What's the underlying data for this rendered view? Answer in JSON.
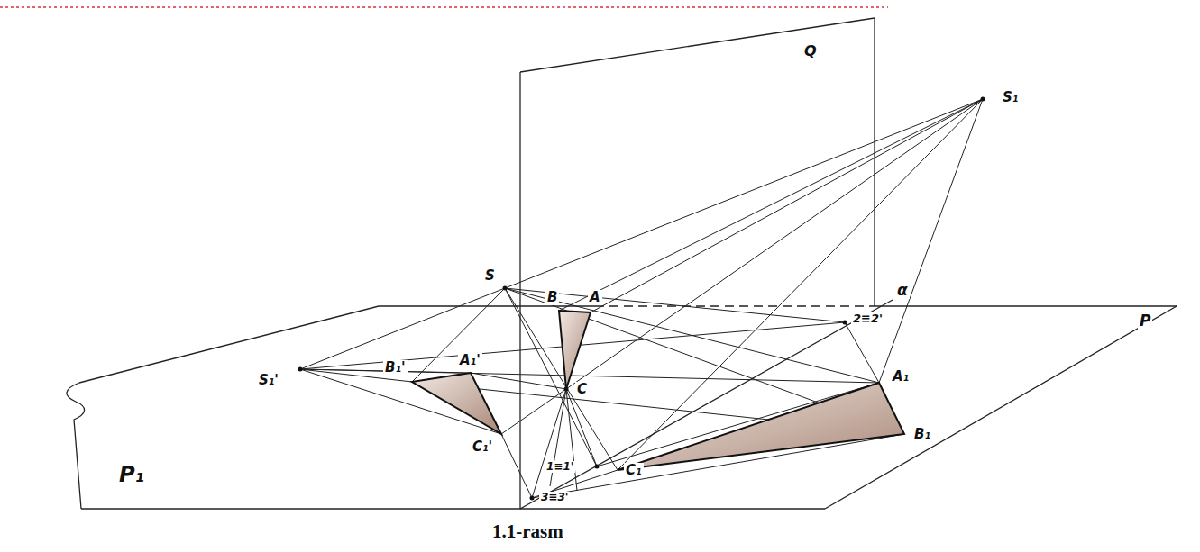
{
  "diagram": {
    "caption": "1.1-rasm",
    "labels": [
      "Q",
      "S₁",
      "S",
      "B",
      "A",
      "α",
      "P",
      "2≡2'",
      "A₁",
      "B₁'",
      "A₁'",
      "C",
      "S₁'",
      "B₁",
      "C₁'",
      "P₁",
      "1≡1'",
      "C₁",
      "3≡3'"
    ]
  }
}
